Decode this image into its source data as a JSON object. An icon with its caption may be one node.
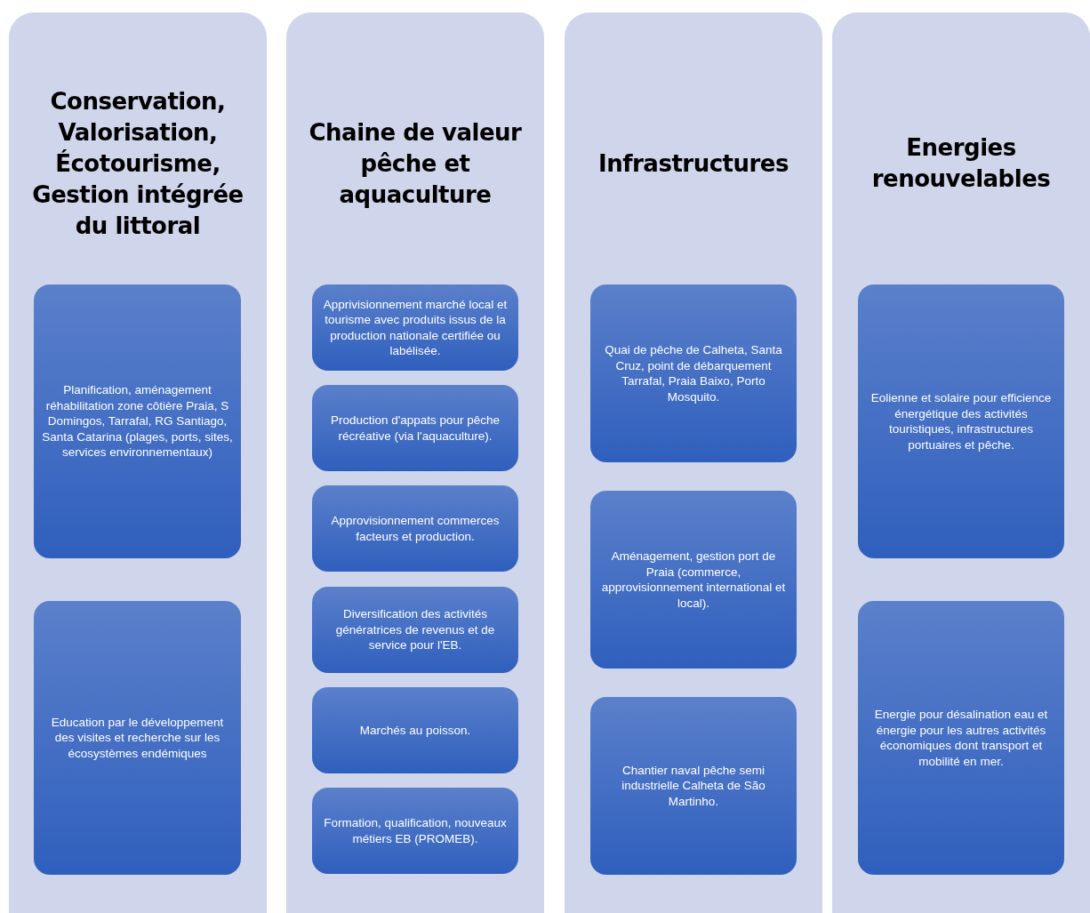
{
  "diagram": {
    "nodes": [
      {
        "text": [
          "Conservation, Valorisation, Écotourisme, Gestion intégrée du littoral"
        ]
      },
      {
        "text": [
          "Planification, aménagement réhabilitation zone côtière Praia, S Domingos, Tarrafal, RG Santiago, Santa Catarina (plages, ports, sites, services environnementaux)"
        ],
        "in": 0
      },
      {
        "text": [
          "Education par le développement des visites et recherche sur les écosystèmes endémiques"
        ],
        "in": 0
      },
      {
        "text": [
          "Chaine de valeur pêche et aquaculture"
        ]
      },
      {
        "text": [
          "Apprivisionnement marché local et tourisme avec produits issus de la production nationale certifiée ou labélisée."
        ],
        "in": 3
      },
      {
        "text": [
          "Production d'appats pour pêche récréative (via l'aquaculture)."
        ],
        "in": 3
      },
      {
        "text": [
          "Approvisionnement commerces facteurs et production."
        ],
        "in": 3
      },
      {
        "text": [
          "Diversification des activités génératrices de revenus et de service pour l'EB."
        ],
        "in": 3
      },
      {
        "text": [
          "Marchés au poisson."
        ],
        "in": 3
      },
      {
        "text": [
          "Formation, qualification, nouveaux métiers EB (PROMEB)."
        ],
        "in": 3
      },
      {
        "text": [
          "Infrastructures"
        ]
      },
      {
        "text": [
          "Quai de pêche de Calheta, Santa Cruz, point de débarquement Tarrafal, Praia Baixo, Porto Mosquito."
        ],
        "in": 10
      },
      {
        "text": [
          "Aménagement, gestion port de Praia (commerce, approvisionnement international et local)."
        ],
        "in": 10
      },
      {
        "text": [
          "Chantier naval pêche semi industrielle Calheta de São Martinho."
        ],
        "in": 10
      },
      {
        "text": [
          "Energies renouvelables"
        ]
      },
      {
        "text": [
          "Eolienne et solaire pour efficience énergétique des activités touristiques, infrastructures portuaires et pêche."
        ],
        "in": 14
      },
      {
        "text": [
          "Energie pour désalination eau et énergie pour les autres activités économiques dont transport et mobilité en mer."
        ],
        "in": 14
      }
    ],
    "edges": []
  }
}
